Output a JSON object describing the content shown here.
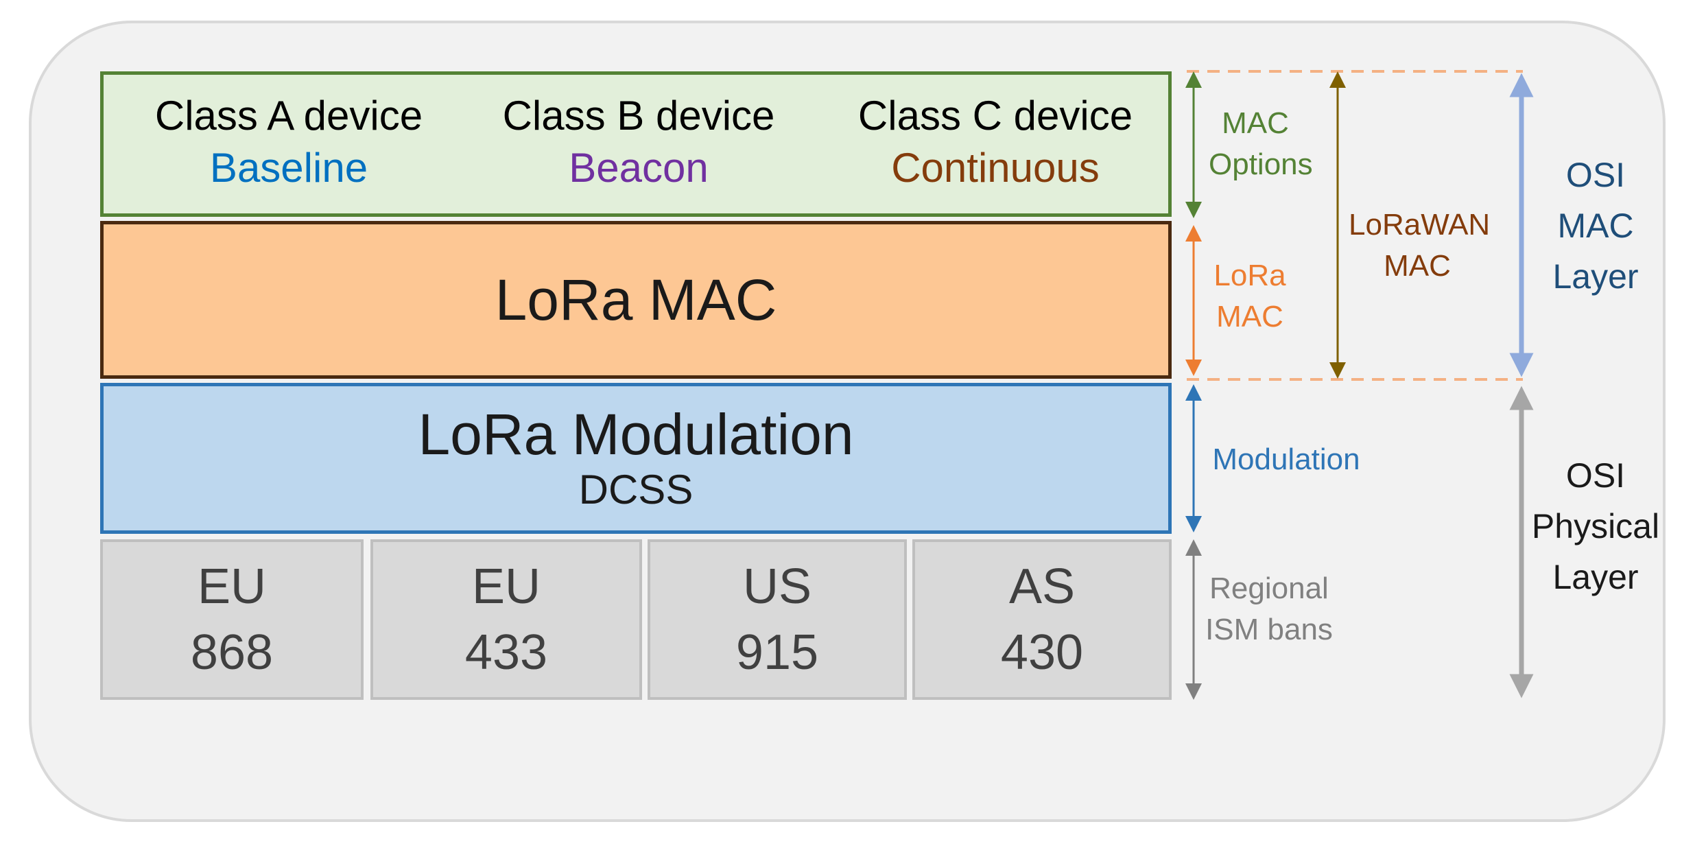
{
  "classes": [
    {
      "title": "Class A device",
      "subtitle": "Baseline",
      "color": "#0070c0"
    },
    {
      "title": "Class B device",
      "subtitle": "Beacon",
      "color": "#7030a0"
    },
    {
      "title": "Class C device",
      "subtitle": "Continuous",
      "color": "#843c0c"
    }
  ],
  "mac": {
    "label": "LoRa MAC"
  },
  "modulation": {
    "title": "LoRa Modulation",
    "subtitle": "DCSS"
  },
  "bands": [
    {
      "region": "EU",
      "freq": "868"
    },
    {
      "region": "EU",
      "freq": "433"
    },
    {
      "region": "US",
      "freq": "915"
    },
    {
      "region": "AS",
      "freq": "430"
    }
  ],
  "labels": {
    "mac_options": [
      "MAC",
      "Options"
    ],
    "lora_mac": [
      "LoRa",
      "MAC"
    ],
    "modulation": "Modulation",
    "regional": [
      "Regional",
      "ISM bans"
    ],
    "lorawan_mac": [
      "LoRaWAN",
      "MAC"
    ],
    "osi_mac": [
      "OSI",
      "MAC",
      "Layer"
    ],
    "osi_phy": [
      "OSI",
      "Physical",
      "Layer"
    ]
  },
  "colors": {
    "mac_options": "#548235",
    "lora_mac": "#ed7d31",
    "modulation": "#2e75b6",
    "regional": "#808080",
    "lorawan_mac": "#843c0c",
    "lorawan_arrow": "#7f6000",
    "osi": "#1f4e79",
    "osi_mac_arrow": "#8faadc",
    "osi_phy_arrow": "#a6a6a6",
    "dashed": "#f4b183"
  }
}
